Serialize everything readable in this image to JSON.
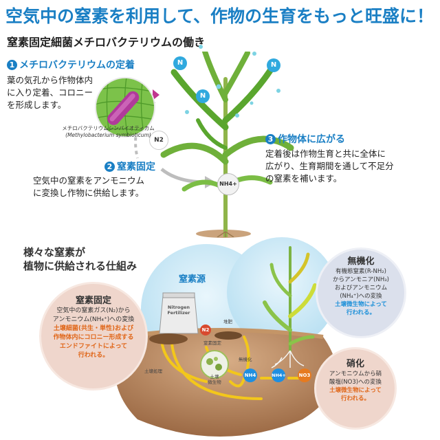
{
  "header": {
    "title": "空気中の窒素を利用して、作物の生育をもっと旺盛に！",
    "subtitle": "窒素固定細菌メチロバクテリウムの働き"
  },
  "steps": [
    {
      "num": "1",
      "title": "メチロバクテリウムの定着",
      "lines": [
        "葉の気孔から作物体内",
        "に入り定着、コロニー",
        "を形成します。"
      ]
    },
    {
      "num": "2",
      "title": "窒素固定",
      "lines": [
        "空気中の窒素をアンモニウム",
        "に変換し作物に供給します。"
      ]
    },
    {
      "num": "3",
      "title": "作物体に広がる",
      "lines": [
        "定着後は作物生育と共に全体に",
        "広がり、生育期間を通して不足分",
        "の窒素を補います。"
      ]
    }
  ],
  "bacterium_caption": {
    "ja": "メチロバクテリウムシンバイオティカム",
    "latin": "(Methylobacterium symbioticum)"
  },
  "molecules": {
    "n": "N",
    "n2": "N2",
    "nh4": "NH4+",
    "no3": "NO3"
  },
  "mechanism": {
    "heading_line1": "様々な窒素が",
    "heading_line2": "植物に供給される仕組み"
  },
  "diagram": {
    "nitrogen_source": "窒素源",
    "bag_label_line1": "Nitrogen",
    "bag_label_line2": "Fertilizer",
    "manure": "堆肥",
    "n_fixation_small": "窒素固定",
    "mineralization": "無機化",
    "soil_treatment": "土壌処理",
    "microbe_line1": "土壌",
    "microbe_line2": "微生物",
    "nh4_small": "NH4",
    "nh4_plus": "NH4+",
    "no3_small": "NO3"
  },
  "circles": {
    "fixation": {
      "title": "窒素固定",
      "lines": [
        "空気中の窒素ガス(N₂)から",
        "アンモニウム(NH₄⁺)への変換"
      ],
      "highlight": [
        "土壌細菌(共生・単性)および",
        "作物体内にコロニー形成する",
        "エンドファイトによって"
      ],
      "tail": "行われる。"
    },
    "mineral": {
      "title": "無機化",
      "lines": [
        "有機態窒素(R-NH₂)",
        "からアンモニア(NH₃)",
        "およびアンモニウム",
        "(NH₄⁺)への変換"
      ],
      "highlight": [
        "土壌微生物によって"
      ],
      "tail": "行われる。"
    },
    "nitrification": {
      "title": "硝化",
      "lines": [
        "アンモニウムから硝",
        "酸塩(NO3)への変換"
      ],
      "highlight": [
        "土壌微生物によって"
      ],
      "tail": "行われる。"
    }
  },
  "colors": {
    "accent_blue": "#1a7fc4",
    "orange": "#e0671a",
    "soil": "#b5835a",
    "leaf": "#5aa62e"
  }
}
